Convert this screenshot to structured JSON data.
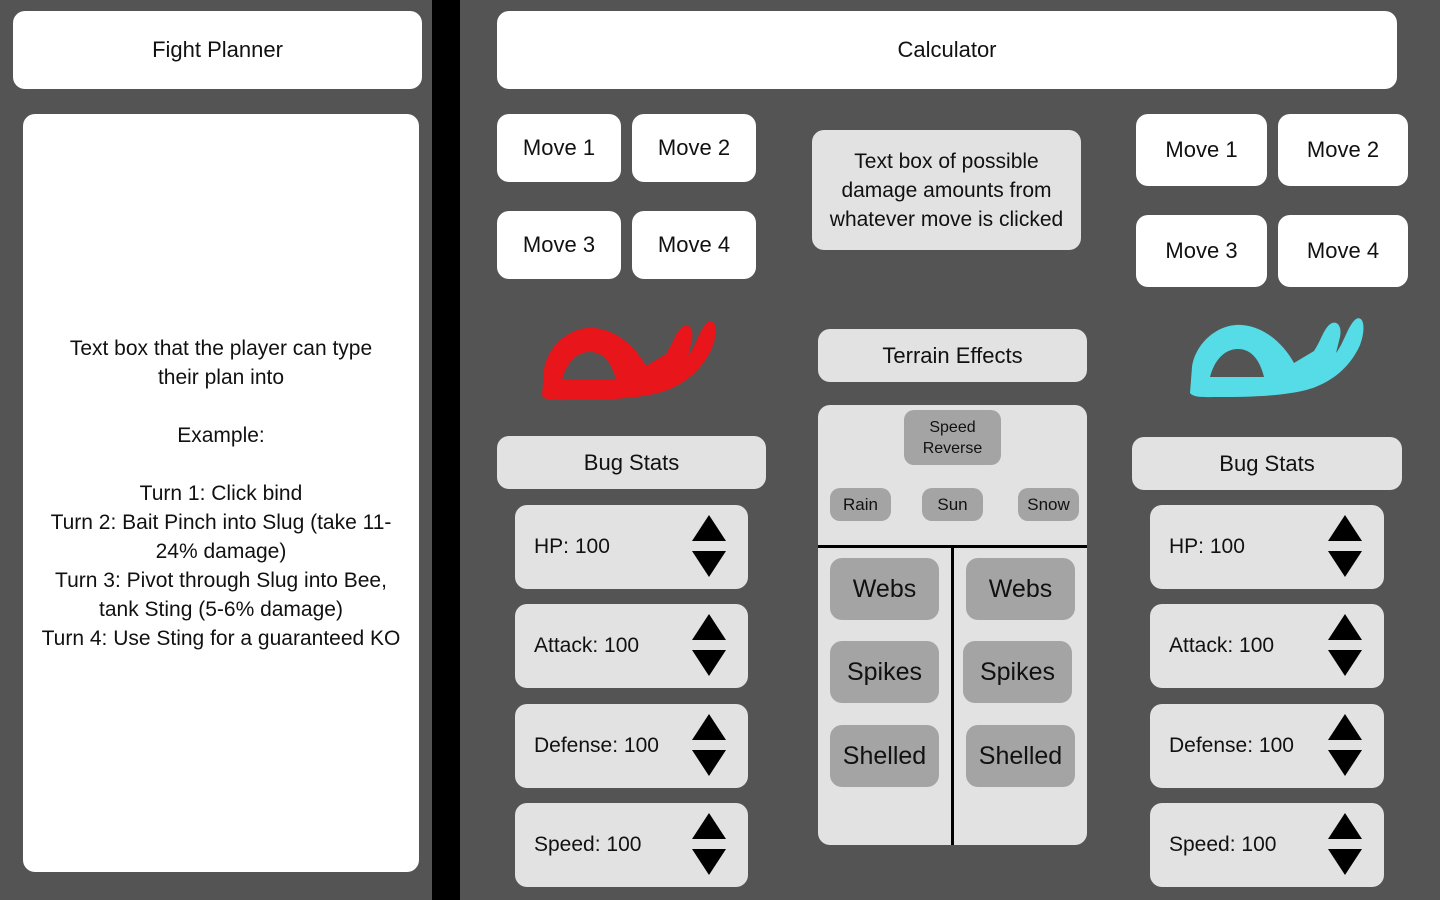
{
  "planner": {
    "title": "Fight Planner",
    "text": "Text box that the player can type\ntheir plan into\n\nExample:\n\nTurn 1: Click bind\nTurn 2: Bait Pinch into Slug (take 11-\n24% damage)\nTurn 3: Pivot through Slug into Bee,\ntank Sting (5-6% damage)\nTurn 4: Use Sting for a guaranteed KO"
  },
  "calculator": {
    "title": "Calculator",
    "damage_text": "Text box of possible damage amounts from whatever move is clicked"
  },
  "left_bug": {
    "moves": [
      "Move 1",
      "Move 2",
      "Move 3",
      "Move 4"
    ],
    "color": "#e8151b",
    "stats_title": "Bug Stats",
    "stats": [
      "HP: 100",
      "Attack: 100",
      "Defense: 100",
      "Speed: 100"
    ]
  },
  "right_bug": {
    "moves": [
      "Move 1",
      "Move 2",
      "Move 3",
      "Move 4"
    ],
    "color": "#56dce6",
    "stats_title": "Bug Stats",
    "stats": [
      "HP: 100",
      "Attack: 100",
      "Defense: 100",
      "Speed: 100"
    ]
  },
  "terrain": {
    "title": "Terrain Effects",
    "speed_reverse": "Speed Reverse",
    "weather": [
      "Rain",
      "Sun",
      "Snow"
    ],
    "left_hazards": [
      "Webs",
      "Spikes",
      "Shelled"
    ],
    "right_hazards": [
      "Webs",
      "Spikes",
      "Shelled"
    ]
  },
  "icons": {
    "bug": "bug-icon",
    "stepper_up": "triangle-up-icon",
    "stepper_down": "triangle-down-icon"
  },
  "colors": {
    "background": "#545454",
    "panel": "#e2e2e2",
    "button": "#a4a4a4"
  }
}
